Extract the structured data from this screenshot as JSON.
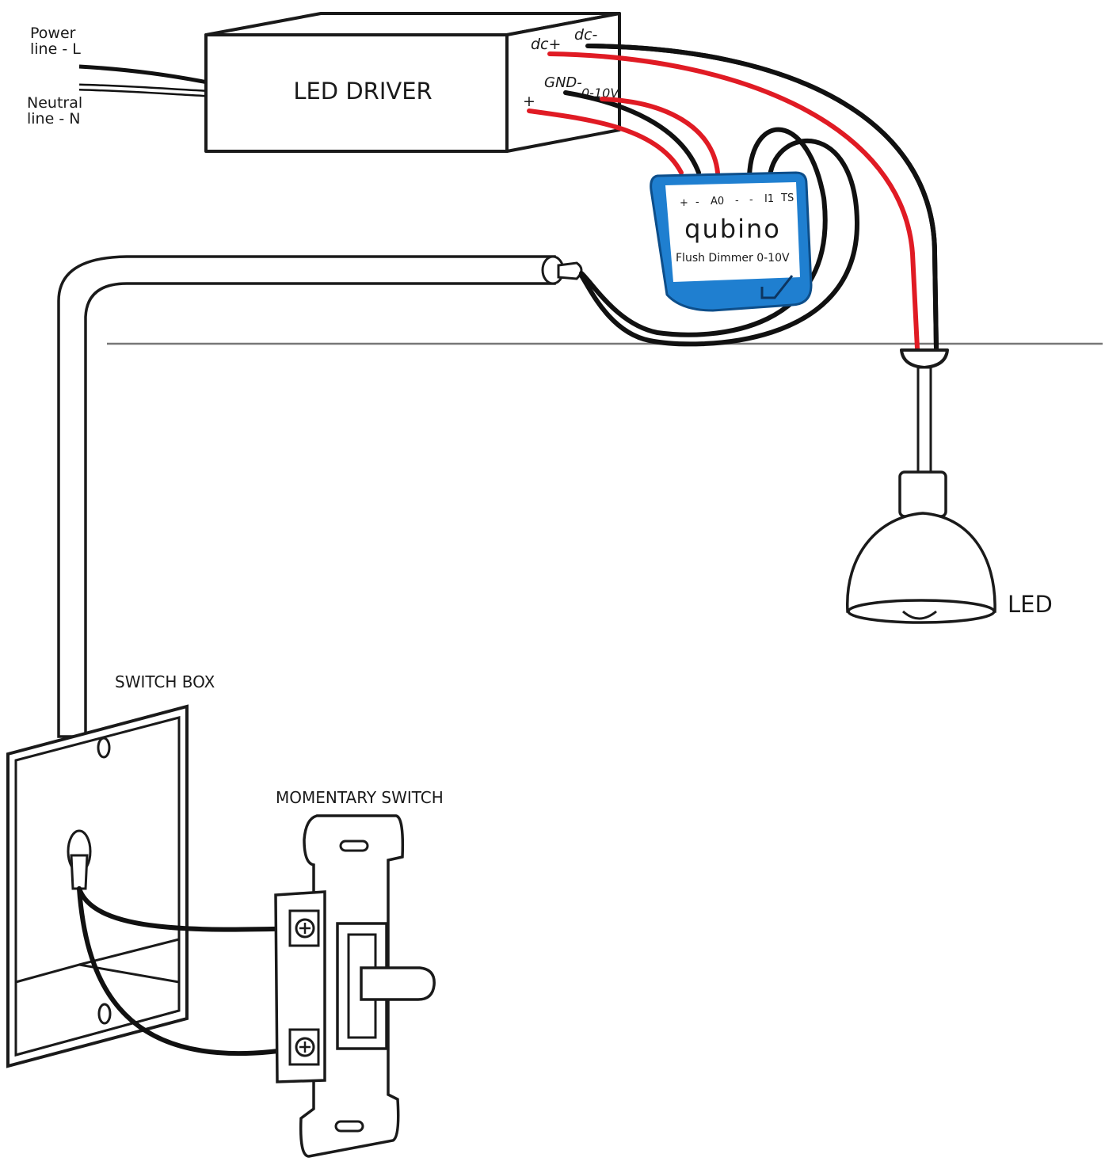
{
  "driver": {
    "title": "LED DRIVER",
    "terminal_dc_plus": "dc+",
    "terminal_dc_minus": "dc-",
    "terminal_gnd_minus": "GND-",
    "terminal_0_10v": "0-10V",
    "terminal_plus": "+"
  },
  "mains": {
    "power_line_1": "Power",
    "power_line_2": "line - L",
    "neutral_line_1": "Neutral",
    "neutral_line_2": "line - N"
  },
  "module": {
    "terminals": [
      "+",
      "-",
      "A0",
      "-",
      "-",
      "I1",
      "TS"
    ],
    "brand": "qubino",
    "model": "Flush Dimmer 0-10V",
    "body_color": "#1f7fd0",
    "label_color": "#ffffff"
  },
  "lamp": {
    "label": "LED"
  },
  "switch_box": {
    "label": "SWITCH BOX"
  },
  "switch": {
    "label": "MOMENTARY SWITCH"
  },
  "colors": {
    "wire_red": "#e01b24",
    "wire_black": "#111111"
  }
}
